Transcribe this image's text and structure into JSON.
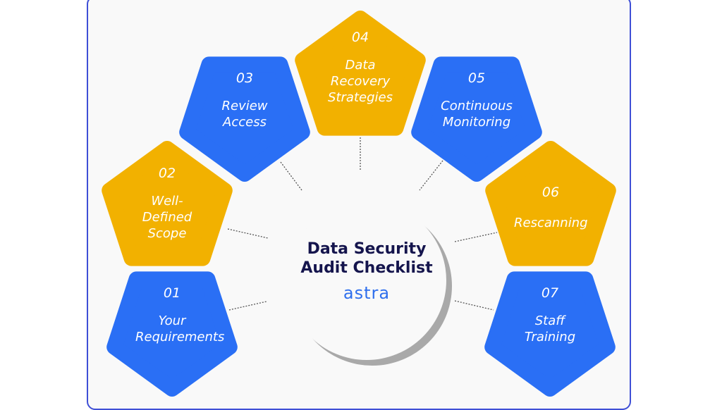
{
  "title": "Data Security Audit Checklist",
  "brand": "astra",
  "colors": {
    "blue": "#2a6ff5",
    "yellow": "#f2b100",
    "navy": "#15154d",
    "frame": "#3f4fd6"
  },
  "steps": [
    {
      "number": "01",
      "label": "Your Requirements",
      "color": "blue"
    },
    {
      "number": "02",
      "label": "Well-Defined Scope",
      "color": "yellow"
    },
    {
      "number": "03",
      "label": "Review Access",
      "color": "blue"
    },
    {
      "number": "04",
      "label": "Data Recovery Strategies",
      "color": "yellow"
    },
    {
      "number": "05",
      "label": "Continuous Monitoring",
      "color": "blue"
    },
    {
      "number": "06",
      "label": "Rescanning",
      "color": "yellow"
    },
    {
      "number": "07",
      "label": "Staff Training",
      "color": "blue"
    }
  ]
}
